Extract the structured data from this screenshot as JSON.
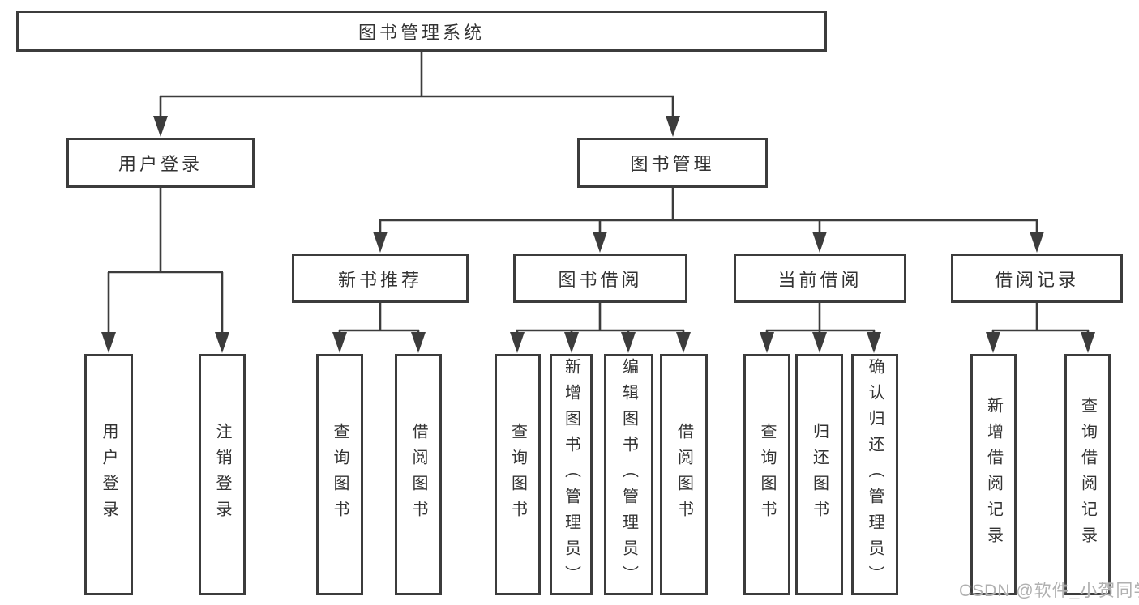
{
  "diagram_type": "hierarchy-tree",
  "tree": {
    "label": "图书管理系统",
    "children": [
      {
        "label": "用户登录",
        "children": [
          {
            "label": "用户登录"
          },
          {
            "label": "注销登录"
          }
        ]
      },
      {
        "label": "图书管理",
        "children": [
          {
            "label": "新书推荐",
            "children": [
              {
                "label": "查询图书"
              },
              {
                "label": "借阅图书"
              }
            ]
          },
          {
            "label": "图书借阅",
            "children": [
              {
                "label": "查询图书"
              },
              {
                "label": "新增图书（管理员）"
              },
              {
                "label": "编辑图书（管理员）"
              },
              {
                "label": "借阅图书"
              }
            ]
          },
          {
            "label": "当前借阅",
            "children": [
              {
                "label": "查询图书"
              },
              {
                "label": "归还图书"
              },
              {
                "label": "确认归还（管理员）"
              }
            ]
          },
          {
            "label": "借阅记录",
            "children": [
              {
                "label": "新增借阅记录"
              },
              {
                "label": "查询借阅记录"
              }
            ]
          }
        ]
      }
    ]
  },
  "watermark": "CSDN @软件_小贺同学",
  "colors": {
    "line": "#3c3c3c",
    "box_border": "#3c3c3c",
    "text": "#333333",
    "watermark": "#b0b0b0",
    "background": "#ffffff"
  }
}
